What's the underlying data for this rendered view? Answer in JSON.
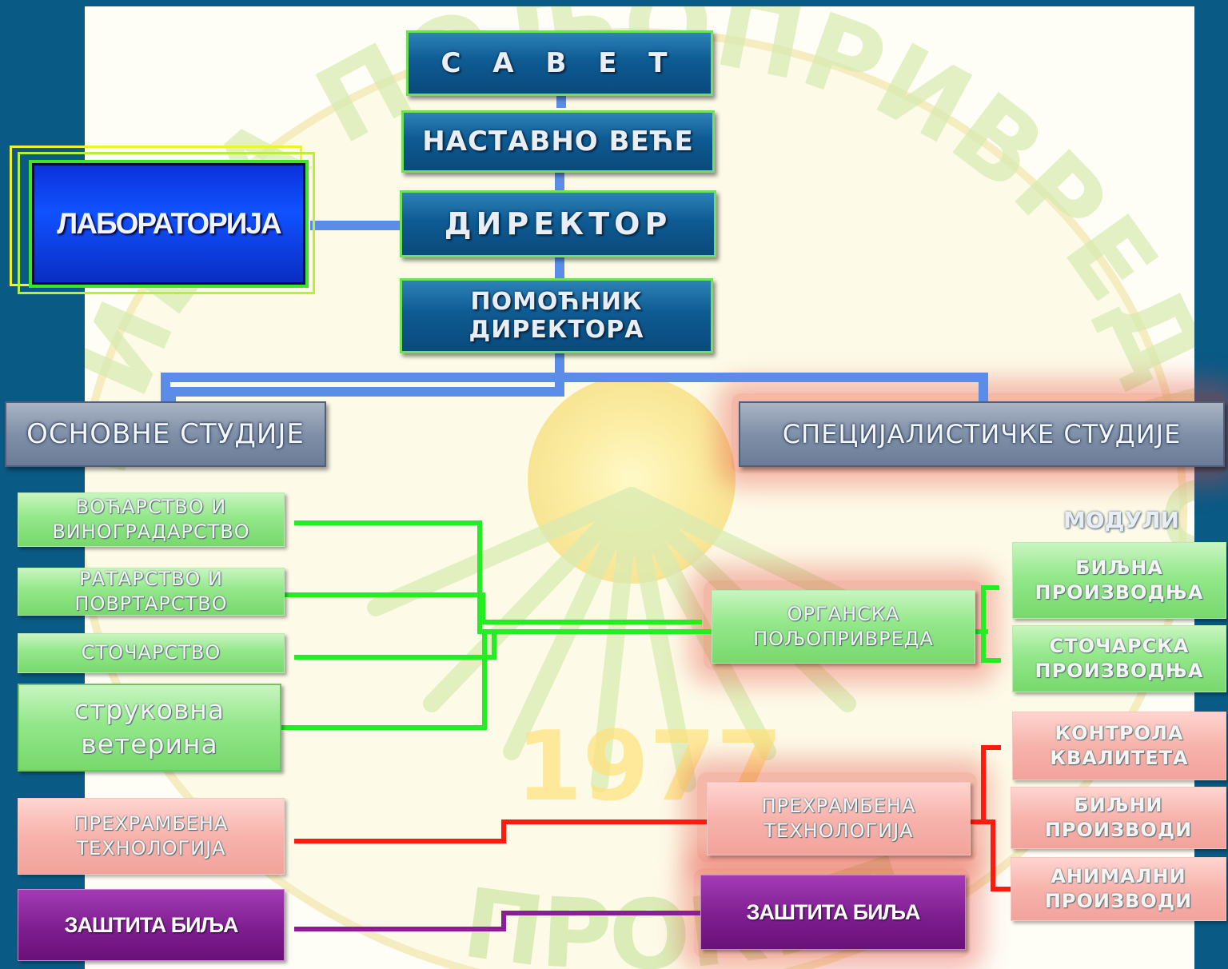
{
  "board": {
    "label": "С А В Е Т"
  },
  "teaching_council": {
    "label": "НАСТАВНО ВЕЋЕ"
  },
  "director": {
    "label": "ДИРЕКТОР"
  },
  "assistant_director": {
    "line1": "ПОМОЋНИК",
    "line2": "ДИРЕКТОРА"
  },
  "laboratory": {
    "label": "ЛАБОРАТОРИЈА"
  },
  "basic_studies": {
    "label": "ОСНОВНЕ СТУДИЈЕ"
  },
  "specialist_studies": {
    "label": "СПЕЦИЈАЛИСТИЧКЕ СТУДИЈЕ"
  },
  "basic_programs": [
    {
      "line1": "ВОЋАРСТВО И",
      "line2": "ВИНОГРАДАРСТВО"
    },
    {
      "line1": "РАТАРСТВО И",
      "line2": "ПОВРТАРСТВО"
    },
    {
      "line1": "СТОЧАРСТВО",
      "line2": ""
    },
    {
      "line1": "струковна",
      "line2": "ветерина"
    },
    {
      "line1": "ПРЕХРАМБЕНА",
      "line2": "ТЕХНОЛОГИЈА"
    },
    {
      "line1": "ЗАШТИТА БИЉА",
      "line2": ""
    }
  ],
  "specialist_programs": [
    {
      "line1": "ОРГАНСКА",
      "line2": "ПОЉОПРИВРЕДА"
    },
    {
      "line1": "ПРЕХРАМБЕНА",
      "line2": "ТЕХНОЛОГИЈА"
    },
    {
      "line1": "ЗАШТИТА БИЉА",
      "line2": ""
    }
  ],
  "modules_title": "МОДУЛИ",
  "modules": [
    {
      "line1": "БИЉНА",
      "line2": "ПРОИЗВОДЊА"
    },
    {
      "line1": "СТОЧАРСКА",
      "line2": "ПРОИЗВОДЊА"
    },
    {
      "line1": "КОНТРОЛА",
      "line2": "КВАЛИТЕТА"
    },
    {
      "line1": "БИЉНИ",
      "line2": "ПРОИЗВОДИ"
    },
    {
      "line1": "АНИМАЛНИ",
      "line2": "ПРОИЗВОДИ"
    }
  ],
  "background": {
    "watermark_text": "ВИША ПОЉОПРИВРЕДНО - ПРЕХРАМБЕНА ПРОКУПЉЕ",
    "year": "1977"
  },
  "colors": {
    "page_bg": "#0a5a86",
    "box_blue": "#0e5b93",
    "box_green": "#93e88a",
    "box_pink": "#f7b3ac",
    "box_purple": "#7e1e90",
    "line_blue": "#5b8de8",
    "line_green": "#22ee22",
    "line_red": "#ff1a10",
    "line_purple": "#8a1e98"
  }
}
